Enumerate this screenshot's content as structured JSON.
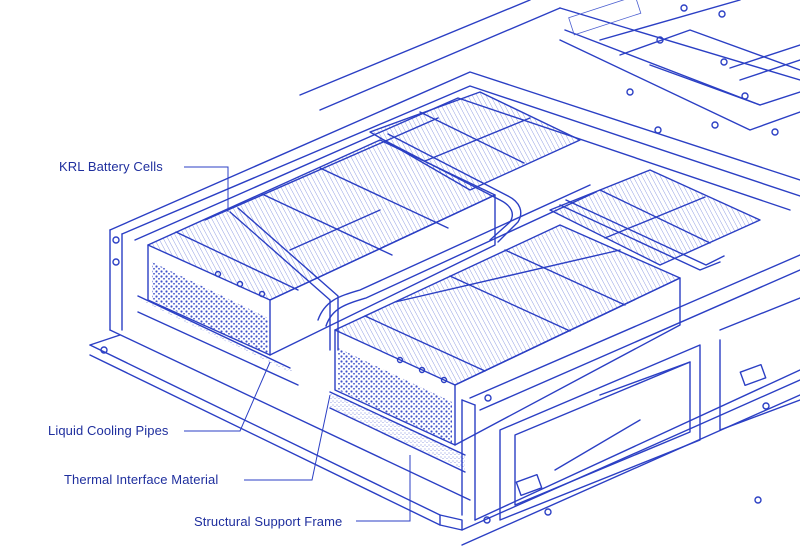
{
  "labels": {
    "battery_cells": "KRL Battery Cells",
    "cooling_pipes": "Liquid Cooling Pipes",
    "thermal_material": "Thermal Interface Material",
    "support_frame": "Structural Support Frame"
  },
  "colors": {
    "ink": "#2b3fc4",
    "label": "#1f2f9e",
    "background": "#ffffff"
  }
}
